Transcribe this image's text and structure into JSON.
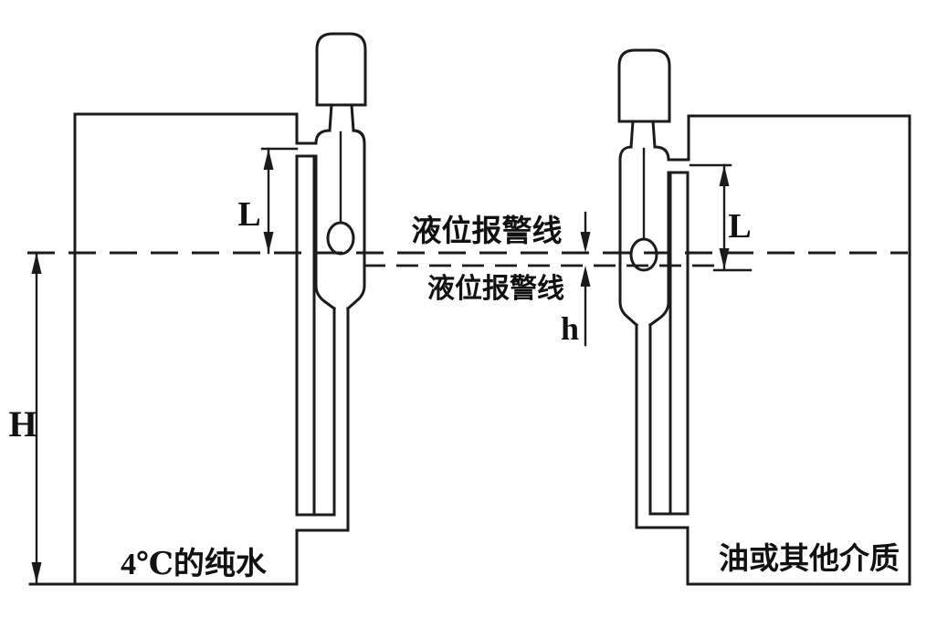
{
  "diagram": {
    "description": "Float-type level alarm comparison between water tank and oil tank",
    "colors": {
      "line": "#1b1b1b",
      "background": "#ffffff"
    },
    "labels": {
      "upper_alarm_line": "液位报警线",
      "lower_alarm_line": "液位报警线",
      "left_tank_medium": "4℃的纯水",
      "right_tank_medium": "油或其他介质",
      "dim_H": "H",
      "dim_L_left": "L",
      "dim_L_right": "L",
      "dim_h": "h"
    }
  }
}
